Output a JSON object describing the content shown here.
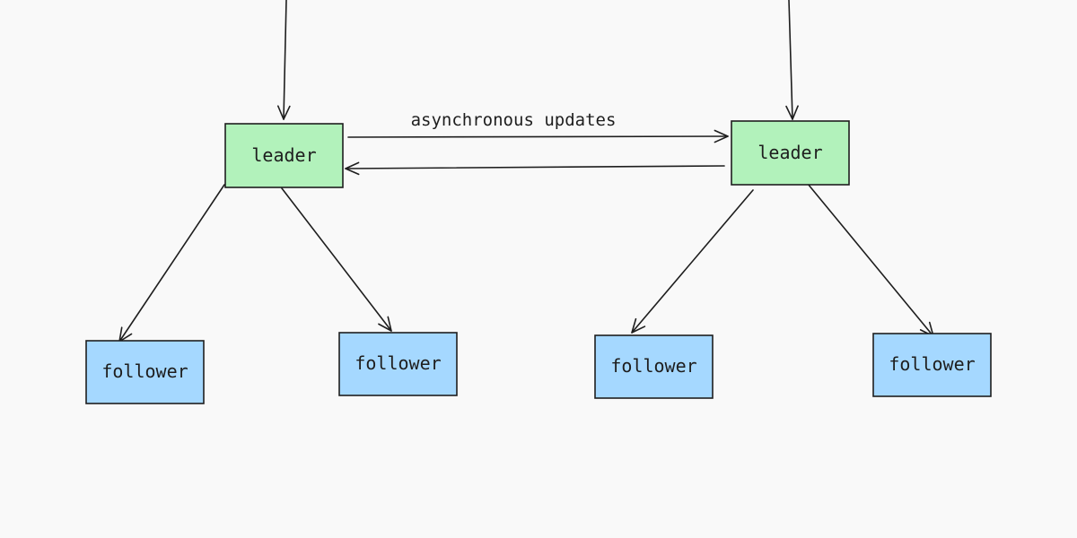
{
  "colors": {
    "background": "#f9f9f9",
    "leader_fill": "#b2f2bb",
    "follower_fill": "#a5d8ff",
    "stroke": "#1e1e1e"
  },
  "nodes": {
    "leader_left": {
      "label": "leader",
      "role": "leader"
    },
    "leader_right": {
      "label": "leader",
      "role": "leader"
    },
    "follower_1": {
      "label": "follower",
      "role": "follower"
    },
    "follower_2": {
      "label": "follower",
      "role": "follower"
    },
    "follower_3": {
      "label": "follower",
      "role": "follower"
    },
    "follower_4": {
      "label": "follower",
      "role": "follower"
    }
  },
  "edges": [
    {
      "id": "incoming-left",
      "to": "leader_left"
    },
    {
      "id": "incoming-right",
      "to": "leader_right"
    },
    {
      "id": "leader-left-to-leader-right",
      "from": "leader_left",
      "to": "leader_right",
      "label": "asynchronous updates"
    },
    {
      "id": "leader-right-to-leader-left",
      "from": "leader_right",
      "to": "leader_left"
    },
    {
      "id": "leader-left-to-follower-1",
      "from": "leader_left",
      "to": "follower_1"
    },
    {
      "id": "leader-left-to-follower-2",
      "from": "leader_left",
      "to": "follower_2"
    },
    {
      "id": "leader-right-to-follower-3",
      "from": "leader_right",
      "to": "follower_3"
    },
    {
      "id": "leader-right-to-follower-4",
      "from": "leader_right",
      "to": "follower_4"
    }
  ]
}
